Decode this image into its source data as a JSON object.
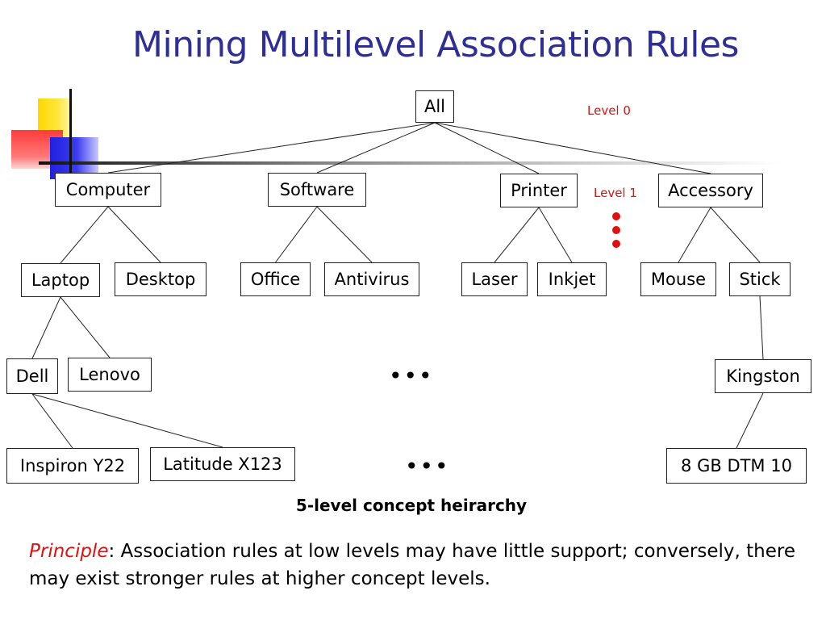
{
  "slide": {
    "title": "Mining Multilevel Association Rules",
    "caption": "5-level concept heirarchy",
    "principle_label": "Principle",
    "principle_sep": ": ",
    "principle_text": "Association rules at low levels may have little support; conversely, there may exist stronger rules at higher concept levels.",
    "ellipsis": "•••",
    "colors": {
      "title": "#2e2e94",
      "accent_red": "#e01010"
    }
  },
  "level_labels": {
    "level0": "Level 0",
    "level1": "Level 1"
  },
  "nodes": {
    "all": "All",
    "computer": "Computer",
    "software": "Software",
    "printer": "Printer",
    "accessory": "Accessory",
    "laptop": "Laptop",
    "desktop": "Desktop",
    "office": "Office",
    "antivirus": "Antivirus",
    "laser": "Laser",
    "inkjet": "Inkjet",
    "mouse": "Mouse",
    "stick": "Stick",
    "dell": "Dell",
    "lenovo": "Lenovo",
    "kingston": "Kingston",
    "inspiron": "Inspiron Y22",
    "latitude": "Latitude X123",
    "dtm": "8 GB DTM 10"
  },
  "edges": [
    [
      "all",
      "computer"
    ],
    [
      "all",
      "software"
    ],
    [
      "all",
      "printer"
    ],
    [
      "all",
      "accessory"
    ],
    [
      "computer",
      "laptop"
    ],
    [
      "computer",
      "desktop"
    ],
    [
      "software",
      "office"
    ],
    [
      "software",
      "antivirus"
    ],
    [
      "printer",
      "laser"
    ],
    [
      "printer",
      "inkjet"
    ],
    [
      "accessory",
      "mouse"
    ],
    [
      "accessory",
      "stick"
    ],
    [
      "laptop",
      "dell"
    ],
    [
      "laptop",
      "lenovo"
    ],
    [
      "stick",
      "kingston"
    ],
    [
      "dell",
      "inspiron"
    ],
    [
      "dell",
      "latitude"
    ],
    [
      "kingston",
      "dtm"
    ]
  ]
}
